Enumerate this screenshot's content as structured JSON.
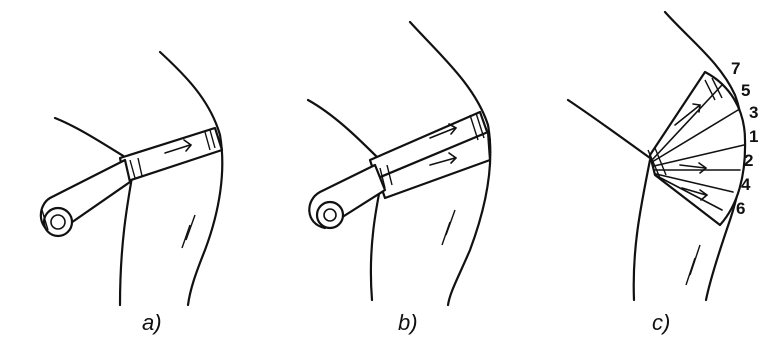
{
  "panels": [
    {
      "caption": "a)"
    },
    {
      "caption": "b)"
    },
    {
      "caption": "c)"
    }
  ],
  "turn_numbers": [
    "7",
    "5",
    "3",
    "1",
    "2",
    "4",
    "6"
  ]
}
